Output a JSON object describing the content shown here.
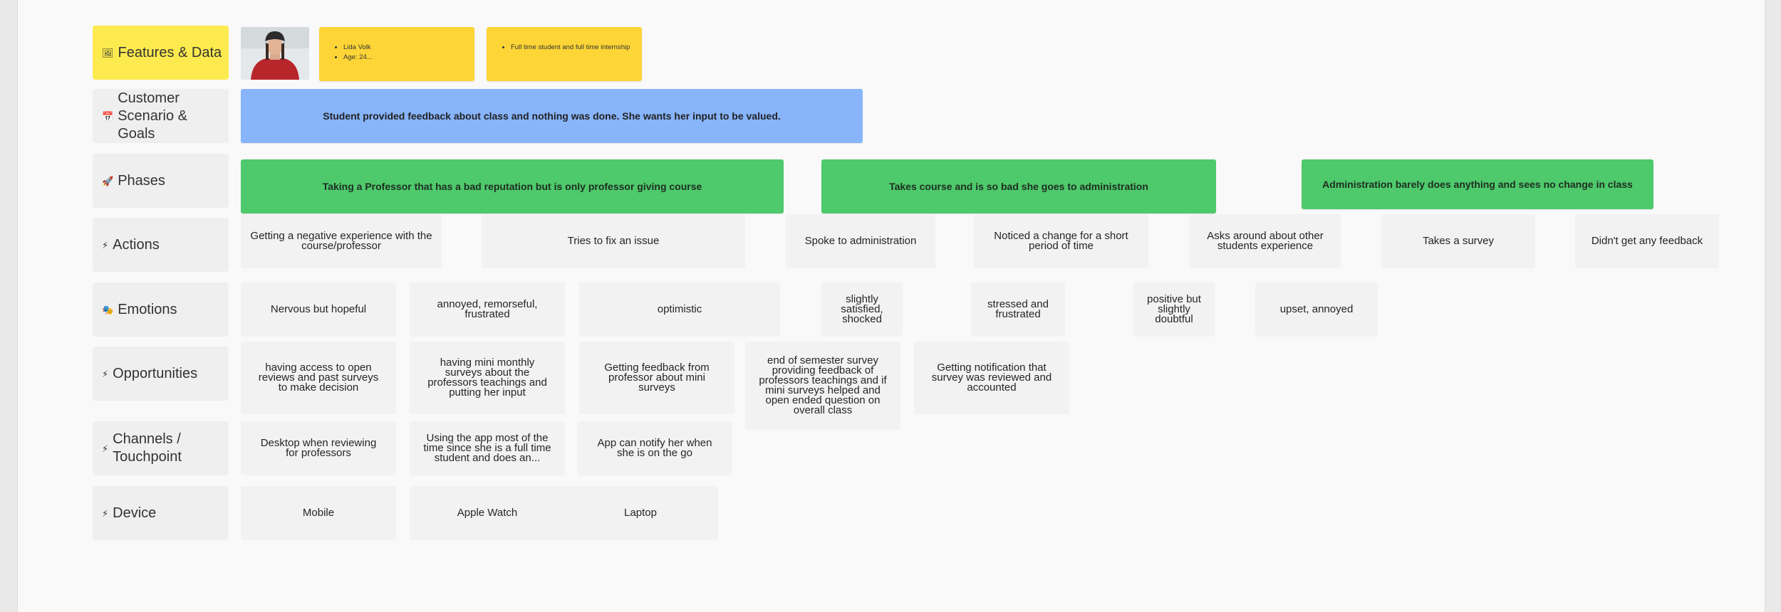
{
  "rows": {
    "features": {
      "icon": "🖼",
      "label": "Features & Data"
    },
    "scenario": {
      "icon": "📅",
      "label": "Customer Scenario & Goals"
    },
    "phases": {
      "icon": "🚀",
      "label": "Phases"
    },
    "actions": {
      "icon": "⚡",
      "label": "Actions"
    },
    "emotions": {
      "icon": "🎭",
      "label": "Emotions"
    },
    "opportunities": {
      "icon": "⚡",
      "label": "Opportunities"
    },
    "channels": {
      "icon": "⚡",
      "label": "Channels / Touchpoint"
    },
    "device": {
      "icon": "⚡",
      "label": "Device"
    }
  },
  "features": {
    "persona": [
      "Lida Volk",
      "Age: 24..."
    ],
    "context": [
      "Full time student and full time internship"
    ]
  },
  "scenario": "Student provided feedback about class and nothing was done. She wants her input to be valued.",
  "phases": [
    "Taking a Professor that has a bad reputation but is only professor giving course",
    "Takes course and is so bad she goes to administration",
    "Administration barely does anything and sees no change in class"
  ],
  "actions": [
    "Getting a negative experience with the course/professor",
    "Tries to fix an issue",
    "Spoke to administration",
    "Noticed a change for a short period of time",
    "Asks around about other students experience",
    "Takes a survey",
    "Didn't get any feedback"
  ],
  "emotions": [
    "Nervous but hopeful",
    "annoyed, remorseful, frustrated",
    "optimistic",
    "slightly satisfied, shocked",
    "stressed and frustrated",
    "positive but slightly doubtful",
    "upset, annoyed"
  ],
  "opportunities": [
    "having access to open reviews and past surveys to make decision",
    "having mini monthly surveys about the professors teachings and putting her input",
    "Getting feedback from professor about mini surveys",
    "end of semester survey providing feedback of professors teachings and if mini surveys helped and open ended  question on overall class",
    "Getting notification that survey was reviewed and accounted"
  ],
  "channels": [
    "Desktop when reviewing for professors",
    "Using the app most of the time since she is a full time student and does an...",
    "App can notify her when she is on the go"
  ],
  "devices": [
    "Mobile",
    "Apple Watch",
    "Laptop"
  ],
  "colors": {
    "features_label": "#fdea4e",
    "sticky": "#fdd536",
    "scenario": "#87b4fb",
    "phase": "#4ec96b",
    "card": "#f2f2f2"
  }
}
